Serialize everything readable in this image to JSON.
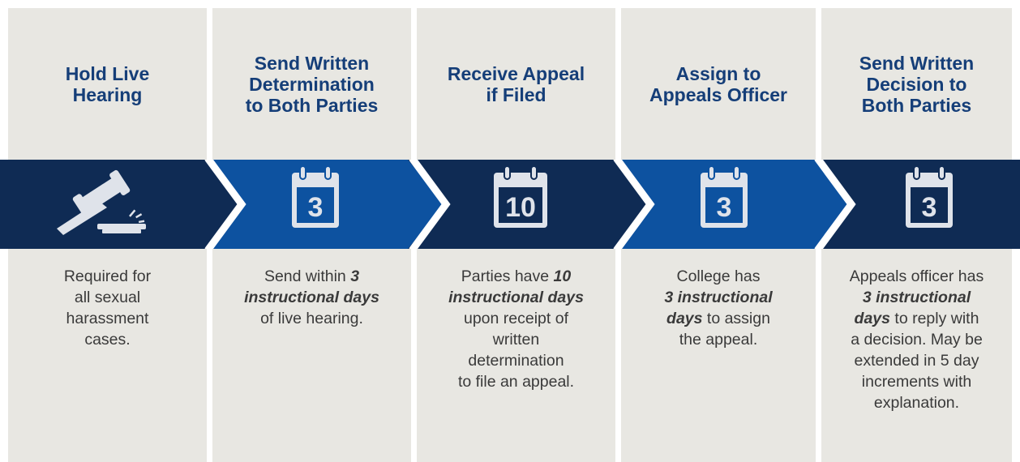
{
  "colors": {
    "band_dark": "#0f2b54",
    "band_mid": "#0d52a0",
    "column_bg": "#e8e7e2",
    "title_text": "#153e78",
    "body_text": "#3a3a3a"
  },
  "steps": [
    {
      "title_lines": [
        "Hold Live",
        "Hearing"
      ],
      "icon": "gavel-icon",
      "desc_lines": [
        "Required for",
        "all sexual",
        "harassment",
        "cases."
      ]
    },
    {
      "title_lines": [
        "Send Written",
        "Determination",
        "to Both Parties"
      ],
      "icon": "calendar-icon",
      "days": "3",
      "desc_lines": [
        [
          "Send within ",
          "3"
        ],
        [
          "instructional days"
        ],
        [
          "of live hearing."
        ]
      ]
    },
    {
      "title_lines": [
        "Receive Appeal",
        "if Filed"
      ],
      "icon": "calendar-icon",
      "days": "10",
      "desc_lines": [
        [
          "Parties have ",
          "10"
        ],
        [
          "instructional days"
        ],
        [
          "upon receipt of"
        ],
        [
          "written"
        ],
        [
          "determination"
        ],
        [
          "to file an appeal."
        ]
      ]
    },
    {
      "title_lines": [
        "Assign to",
        "Appeals Officer"
      ],
      "icon": "calendar-icon",
      "days": "3",
      "desc_lines": [
        [
          "College has"
        ],
        [
          "3 instructional"
        ],
        [
          "days",
          " to assign"
        ],
        [
          "the appeal."
        ]
      ]
    },
    {
      "title_lines": [
        "Send Written",
        "Decision to",
        "Both Parties"
      ],
      "icon": "calendar-icon",
      "days": "3",
      "desc_lines": [
        [
          "Appeals officer has"
        ],
        [
          "3 instructional"
        ],
        [
          "days",
          " to reply with"
        ],
        [
          "a decision. May be"
        ],
        [
          "extended in 5 day"
        ],
        [
          "increments with"
        ],
        [
          "explanation."
        ]
      ]
    }
  ]
}
